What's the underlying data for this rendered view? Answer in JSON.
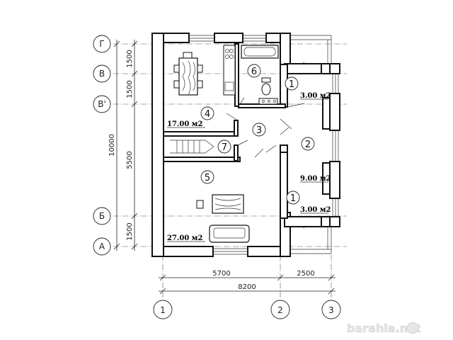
{
  "axes": {
    "rows": [
      "Г",
      "В",
      "В'",
      "Б",
      "А"
    ],
    "cols": [
      "1",
      "2",
      "3"
    ]
  },
  "dims": {
    "left_spans": [
      "1500",
      "1500",
      "5500",
      "1500"
    ],
    "left_total": "10000",
    "bottom_spans": [
      "5700",
      "2500"
    ],
    "bottom_total": "8200"
  },
  "rooms": [
    {
      "num": "1",
      "area": "3.00 м2"
    },
    {
      "num": "2",
      "area": "9.00 м2"
    },
    {
      "num": "3",
      "area": ""
    },
    {
      "num": "4",
      "area": "17.00 м2"
    },
    {
      "num": "5",
      "area": "27.00 м2"
    },
    {
      "num": "6",
      "area": ""
    },
    {
      "num": "7",
      "area": ""
    },
    {
      "num": "1",
      "area": "3.00 м2"
    }
  ],
  "watermark": "barahla.net"
}
